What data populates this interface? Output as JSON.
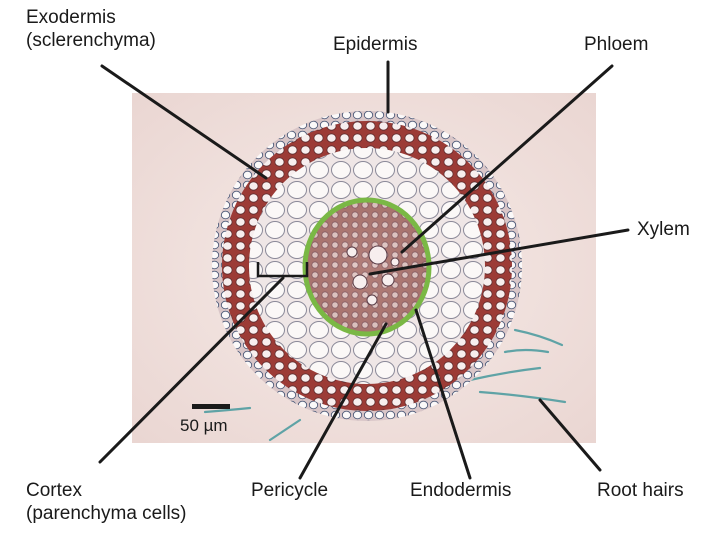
{
  "labels": {
    "exodermis_line1": "Exodermis",
    "exodermis_line2": "(sclerenchyma)",
    "epidermis": "Epidermis",
    "phloem": "Phloem",
    "xylem": "Xylem",
    "cortex_line1": "Cortex",
    "cortex_line2": "(parenchyma cells)",
    "pericycle": "Pericycle",
    "endodermis": "Endodermis",
    "root_hairs": "Root hairs"
  },
  "scale_bar": {
    "text": "50 µm"
  },
  "colors": {
    "background": "#f1e3e0",
    "exodermis": "#9c3b36",
    "endodermis_ring": "#7ab845",
    "line": "#1a1a1a",
    "root_hair": "#5fa3a6"
  }
}
